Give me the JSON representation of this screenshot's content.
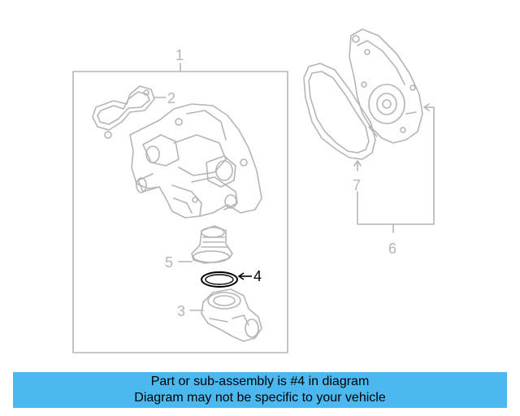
{
  "callouts": {
    "c1": "1",
    "c2": "2",
    "c3": "3",
    "c4": "4",
    "c5": "5",
    "c6": "6",
    "c7": "7"
  },
  "highlighted_part": "4",
  "colors": {
    "banner_bg": "#4cb8f0",
    "faded_line": "#b5b5b5",
    "highlight_line": "#000000"
  },
  "banner": {
    "line1": "Part or sub-assembly is #4 in diagram",
    "line2": "Diagram may not be specific to your vehicle"
  }
}
